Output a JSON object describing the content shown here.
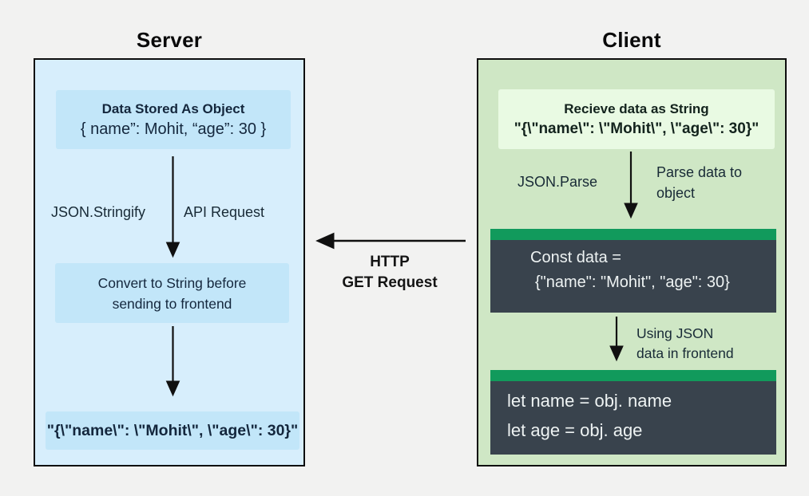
{
  "colors": {
    "page_background": "#f2f2f1",
    "server_panel": "#d7eefc",
    "server_inner_box": "#c2e6f9",
    "client_panel": "#cfe7c5",
    "client_inner_box": "#e9fae3",
    "code_box": "#39434d",
    "code_box_bar": "#119a5c",
    "border": "#0d0d0d",
    "dark_text": "#14273d",
    "code_text": "#eef3f3"
  },
  "server": {
    "title": "Server",
    "object_box": {
      "title": "Data Stored As Object",
      "code": "{ name”: Mohit, “age”: 30 }"
    },
    "stringify_label": "JSON.Stringify",
    "api_label": "API Request",
    "convert_box": {
      "line1": "Convert to String before",
      "line2": "sending to frontend"
    },
    "string_box": {
      "code": "\"{\\\"name\\\": \\\"Mohit\\\", \\\"age\\\": 30}\""
    }
  },
  "transfer": {
    "line1": "HTTP",
    "line2": "GET Request"
  },
  "client": {
    "title": "Client",
    "receive_box": {
      "title": "Recieve data as String",
      "code": "\"{\\\"name\\\": \\\"Mohit\\\", \\\"age\\\": 30}\""
    },
    "parse_label": "JSON.Parse",
    "parse_note": {
      "line1": "Parse data to",
      "line2": "object"
    },
    "const_box": {
      "line1": "Const data =",
      "line2": "{\"name\": \"Mohit\", \"age\": 30}"
    },
    "using_note": {
      "line1": "Using JSON",
      "line2": "data in frontend"
    },
    "let_box": {
      "line1": "let name = obj. name",
      "line2": "let age =  obj. age"
    }
  }
}
